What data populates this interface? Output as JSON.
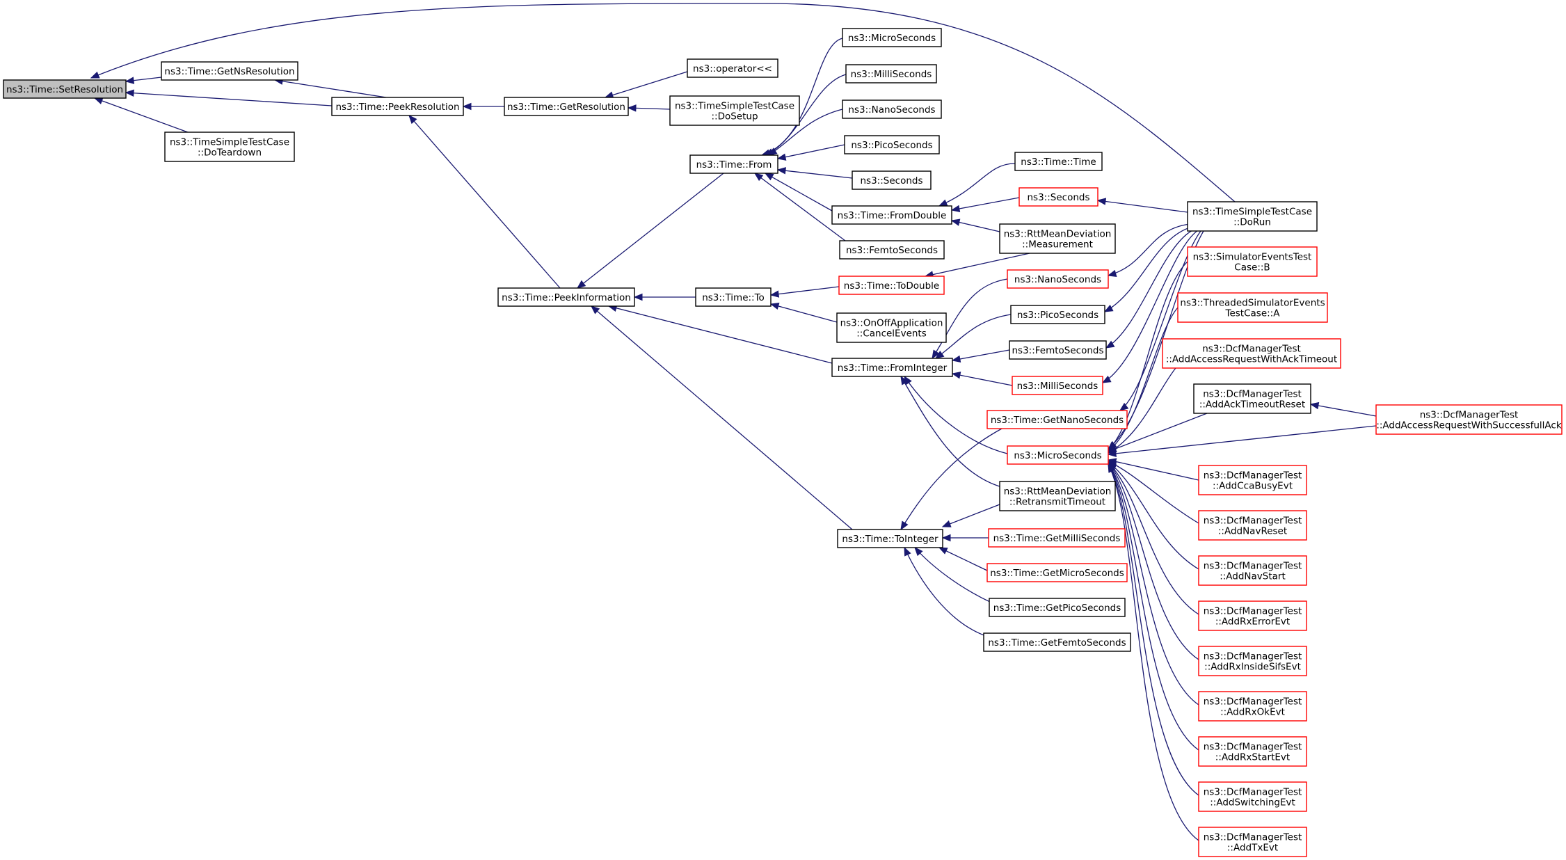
{
  "colors": {
    "edge": "#191970",
    "box_normal": "#000000",
    "box_truncated": "#ff0000",
    "box_root_fill": "#bfbfbf"
  },
  "nodes": {
    "setres": {
      "lines": [
        "ns3::Time::SetResolution"
      ],
      "kind": "root"
    },
    "getns": {
      "lines": [
        "ns3::Time::GetNsResolution"
      ],
      "kind": "normal"
    },
    "peekres": {
      "lines": [
        "ns3::Time::PeekResolution"
      ],
      "kind": "normal"
    },
    "teardown": {
      "lines": [
        "ns3::TimeSimpleTestCase",
        "::DoTeardown"
      ],
      "kind": "normal"
    },
    "getres": {
      "lines": [
        "ns3::Time::GetResolution"
      ],
      "kind": "normal"
    },
    "oplt": {
      "lines": [
        "ns3::operator<<"
      ],
      "kind": "normal"
    },
    "dosetup": {
      "lines": [
        "ns3::TimeSimpleTestCase",
        "::DoSetup"
      ],
      "kind": "normal"
    },
    "peekinfo": {
      "lines": [
        "ns3::Time::PeekInformation"
      ],
      "kind": "normal"
    },
    "from": {
      "lines": [
        "ns3::Time::From"
      ],
      "kind": "normal"
    },
    "to": {
      "lines": [
        "ns3::Time::To"
      ],
      "kind": "normal"
    },
    "frominteger": {
      "lines": [
        "ns3::Time::FromInteger"
      ],
      "kind": "normal"
    },
    "tointeger": {
      "lines": [
        "ns3::Time::ToInteger"
      ],
      "kind": "normal"
    },
    "f_micro": {
      "lines": [
        "ns3::MicroSeconds"
      ],
      "kind": "normal"
    },
    "f_milli": {
      "lines": [
        "ns3::MilliSeconds"
      ],
      "kind": "normal"
    },
    "f_nano": {
      "lines": [
        "ns3::NanoSeconds"
      ],
      "kind": "normal"
    },
    "f_pico": {
      "lines": [
        "ns3::PicoSeconds"
      ],
      "kind": "normal"
    },
    "f_sec": {
      "lines": [
        "ns3::Seconds"
      ],
      "kind": "normal"
    },
    "fromdouble": {
      "lines": [
        "ns3::Time::FromDouble"
      ],
      "kind": "normal"
    },
    "f_femto": {
      "lines": [
        "ns3::FemtoSeconds"
      ],
      "kind": "normal"
    },
    "timetime": {
      "lines": [
        "ns3::Time::Time"
      ],
      "kind": "normal"
    },
    "d_sec": {
      "lines": [
        "ns3::Seconds"
      ],
      "kind": "red"
    },
    "rttmeas": {
      "lines": [
        "ns3::RttMeanDeviation",
        "::Measurement"
      ],
      "kind": "normal"
    },
    "todouble": {
      "lines": [
        "ns3::Time::ToDouble"
      ],
      "kind": "red"
    },
    "onoff": {
      "lines": [
        "ns3::OnOffApplication",
        "::CancelEvents"
      ],
      "kind": "normal"
    },
    "i_nano": {
      "lines": [
        "ns3::NanoSeconds"
      ],
      "kind": "red"
    },
    "i_pico": {
      "lines": [
        "ns3::PicoSeconds"
      ],
      "kind": "normal"
    },
    "i_femto": {
      "lines": [
        "ns3::FemtoSeconds"
      ],
      "kind": "normal"
    },
    "i_milli": {
      "lines": [
        "ns3::MilliSeconds"
      ],
      "kind": "red"
    },
    "getnanos": {
      "lines": [
        "ns3::Time::GetNanoSeconds"
      ],
      "kind": "red"
    },
    "i_micro": {
      "lines": [
        "ns3::MicroSeconds"
      ],
      "kind": "red"
    },
    "rttretx": {
      "lines": [
        "ns3::RttMeanDeviation",
        "::RetransmitTimeout"
      ],
      "kind": "normal"
    },
    "getmillis": {
      "lines": [
        "ns3::Time::GetMilliSeconds"
      ],
      "kind": "red"
    },
    "getmicros": {
      "lines": [
        "ns3::Time::GetMicroSeconds"
      ],
      "kind": "red"
    },
    "getpicos": {
      "lines": [
        "ns3::Time::GetPicoSeconds"
      ],
      "kind": "normal"
    },
    "getfemtos": {
      "lines": [
        "ns3::Time::GetFemtoSeconds"
      ],
      "kind": "normal"
    },
    "dorun": {
      "lines": [
        "ns3::TimeSimpleTestCase",
        "::DoRun"
      ],
      "kind": "normal"
    },
    "simev": {
      "lines": [
        "ns3::SimulatorEventsTest",
        "Case::B"
      ],
      "kind": "red"
    },
    "threaded": {
      "lines": [
        "ns3::ThreadedSimulatorEvents",
        "TestCase::A"
      ],
      "kind": "red"
    },
    "dcf_acktimeout": {
      "lines": [
        "ns3::DcfManagerTest",
        "::AddAccessRequestWithAckTimeout"
      ],
      "kind": "red"
    },
    "dcf_ackreset": {
      "lines": [
        "ns3::DcfManagerTest",
        "::AddAckTimeoutReset"
      ],
      "kind": "normal"
    },
    "dcf_success": {
      "lines": [
        "ns3::DcfManagerTest",
        "::AddAccessRequestWithSuccessfullAck"
      ],
      "kind": "red"
    },
    "dcf_ccabusy": {
      "lines": [
        "ns3::DcfManagerTest",
        "::AddCcaBusyEvt"
      ],
      "kind": "red"
    },
    "dcf_navreset": {
      "lines": [
        "ns3::DcfManagerTest",
        "::AddNavReset"
      ],
      "kind": "red"
    },
    "dcf_navstart": {
      "lines": [
        "ns3::DcfManagerTest",
        "::AddNavStart"
      ],
      "kind": "red"
    },
    "dcf_rxerror": {
      "lines": [
        "ns3::DcfManagerTest",
        "::AddRxErrorEvt"
      ],
      "kind": "red"
    },
    "dcf_rxsifs": {
      "lines": [
        "ns3::DcfManagerTest",
        "::AddRxInsideSifsEvt"
      ],
      "kind": "red"
    },
    "dcf_rxok": {
      "lines": [
        "ns3::DcfManagerTest",
        "::AddRxOkEvt"
      ],
      "kind": "red"
    },
    "dcf_rxstart": {
      "lines": [
        "ns3::DcfManagerTest",
        "::AddRxStartEvt"
      ],
      "kind": "red"
    },
    "dcf_switching": {
      "lines": [
        "ns3::DcfManagerTest",
        "::AddSwitchingEvt"
      ],
      "kind": "red"
    },
    "dcf_tx": {
      "lines": [
        "ns3::DcfManagerTest",
        "::AddTxEvt"
      ],
      "kind": "red"
    }
  },
  "edges": [
    [
      "getns",
      "setres"
    ],
    [
      "peekres",
      "setres"
    ],
    [
      "teardown",
      "setres"
    ],
    [
      "dorun",
      "setres"
    ],
    [
      "peekres",
      "getns"
    ],
    [
      "getres",
      "peekres"
    ],
    [
      "peekinfo",
      "peekres"
    ],
    [
      "oplt",
      "getres"
    ],
    [
      "dosetup",
      "getres"
    ],
    [
      "from",
      "peekinfo"
    ],
    [
      "to",
      "peekinfo"
    ],
    [
      "frominteger",
      "peekinfo"
    ],
    [
      "tointeger",
      "peekinfo"
    ],
    [
      "f_micro",
      "from"
    ],
    [
      "f_milli",
      "from"
    ],
    [
      "f_nano",
      "from"
    ],
    [
      "f_pico",
      "from"
    ],
    [
      "f_sec",
      "from"
    ],
    [
      "fromdouble",
      "from"
    ],
    [
      "f_femto",
      "from"
    ],
    [
      "timetime",
      "fromdouble"
    ],
    [
      "d_sec",
      "fromdouble"
    ],
    [
      "rttmeas",
      "fromdouble"
    ],
    [
      "dorun",
      "d_sec"
    ],
    [
      "todouble",
      "to"
    ],
    [
      "onoff",
      "to"
    ],
    [
      "rttmeas",
      "todouble"
    ],
    [
      "i_nano",
      "frominteger"
    ],
    [
      "i_pico",
      "frominteger"
    ],
    [
      "i_femto",
      "frominteger"
    ],
    [
      "i_milli",
      "frominteger"
    ],
    [
      "i_micro",
      "frominteger"
    ],
    [
      "rttretx",
      "frominteger"
    ],
    [
      "dorun",
      "i_nano"
    ],
    [
      "dorun",
      "i_pico"
    ],
    [
      "dorun",
      "i_femto"
    ],
    [
      "dorun",
      "i_milli"
    ],
    [
      "dorun",
      "getnanos"
    ],
    [
      "getnanos",
      "tointeger"
    ],
    [
      "rttretx",
      "tointeger"
    ],
    [
      "getmillis",
      "tointeger"
    ],
    [
      "getmicros",
      "tointeger"
    ],
    [
      "getpicos",
      "tointeger"
    ],
    [
      "getfemtos",
      "tointeger"
    ],
    [
      "dorun",
      "i_micro"
    ],
    [
      "simev",
      "i_micro"
    ],
    [
      "threaded",
      "i_micro"
    ],
    [
      "dcf_acktimeout",
      "i_micro"
    ],
    [
      "dcf_ackreset",
      "i_micro"
    ],
    [
      "dcf_success",
      "i_micro"
    ],
    [
      "dcf_ccabusy",
      "i_micro"
    ],
    [
      "dcf_navreset",
      "i_micro"
    ],
    [
      "dcf_navstart",
      "i_micro"
    ],
    [
      "dcf_rxerror",
      "i_micro"
    ],
    [
      "dcf_rxsifs",
      "i_micro"
    ],
    [
      "dcf_rxok",
      "i_micro"
    ],
    [
      "dcf_rxstart",
      "i_micro"
    ],
    [
      "dcf_switching",
      "i_micro"
    ],
    [
      "dcf_tx",
      "i_micro"
    ],
    [
      "dcf_success",
      "dcf_ackreset"
    ]
  ]
}
